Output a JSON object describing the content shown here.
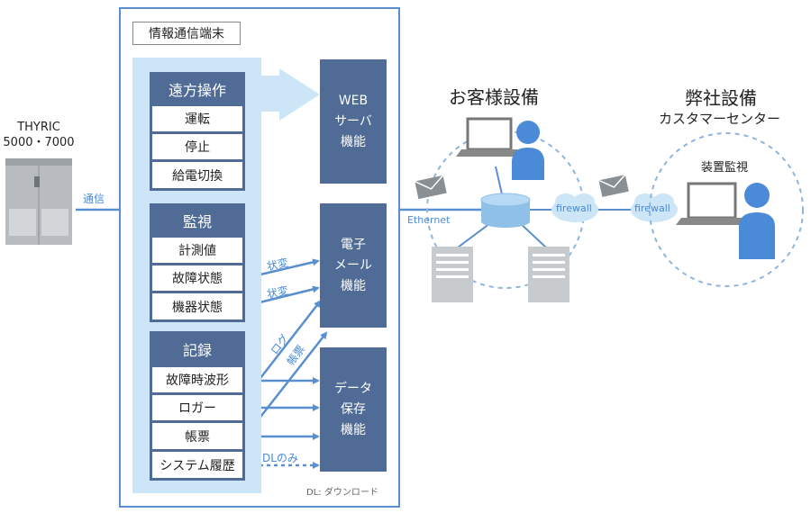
{
  "device": {
    "name": "THYRIC",
    "model": "5000・7000"
  },
  "link_label": "通信",
  "terminal": {
    "title": "情報通信端末",
    "note": "DL: ダウンロード"
  },
  "groups": [
    {
      "head": "遠方操作",
      "items": [
        "運転",
        "停止",
        "給電切換"
      ]
    },
    {
      "head": "監視",
      "items": [
        "計測値",
        "故障状態",
        "機器状態"
      ]
    },
    {
      "head": "記録",
      "items": [
        "故障時波形",
        "ロガー",
        "帳票",
        "システム履歴"
      ]
    }
  ],
  "functions": {
    "web": [
      "WEB",
      "サーバ",
      "機能"
    ],
    "mail": [
      "電子",
      "メール",
      "機能"
    ],
    "data": [
      "データ",
      "保存",
      "機能"
    ]
  },
  "arrow_labels": {
    "status1": "状変",
    "status2": "状変",
    "log": "ログ",
    "report": "帳票",
    "dl_only": "DLのみ"
  },
  "customer": {
    "title": "お客様設備",
    "ethernet": "Ethernet",
    "firewall": "firewall"
  },
  "company": {
    "title": "弊社設備",
    "subtitle": "カスタマーセンター",
    "monitor": "装置監視",
    "firewall": "firewall"
  },
  "colors": {
    "accent": "#4f6b96",
    "panel": "#cce6f7",
    "line": "#5a8fcf",
    "dashed": "#8fb4de"
  }
}
